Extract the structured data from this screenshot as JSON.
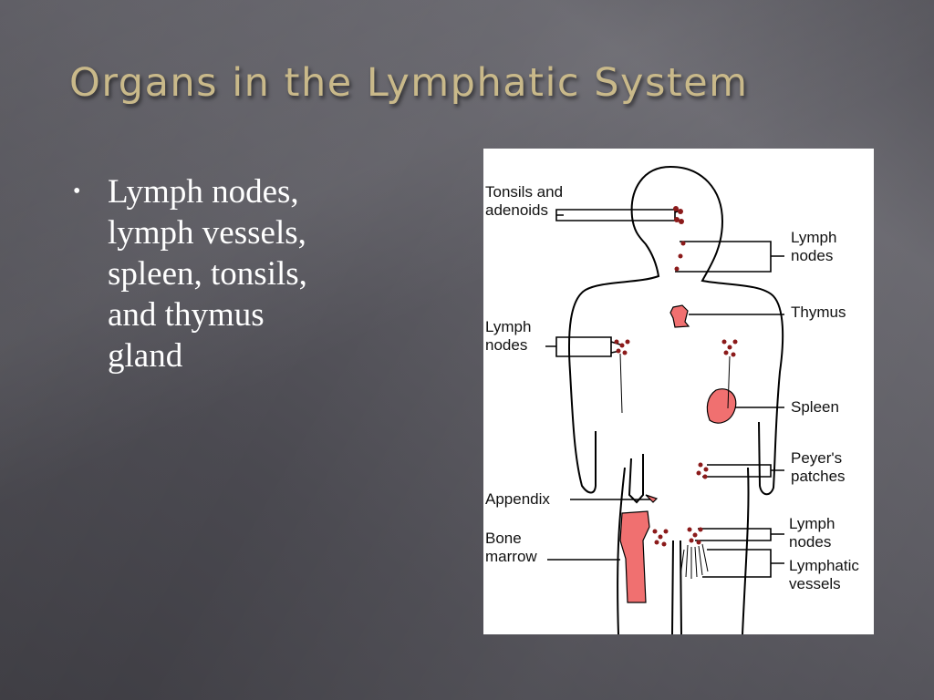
{
  "slide": {
    "title": "Organs in the Lymphatic System",
    "bullets": [
      {
        "line1": "Lymph nodes,",
        "line2": "lymph vessels,",
        "line3": "spleen, tonsils,",
        "line4": "and thymus",
        "line5": "gland"
      }
    ]
  },
  "diagram": {
    "labels": {
      "tonsils_1": "Tonsils and",
      "tonsils_2": "adenoids",
      "neck_nodes_1": "Lymph",
      "neck_nodes_2": "nodes",
      "thymus": "Thymus",
      "arm_nodes_1": "Lymph",
      "arm_nodes_2": "nodes",
      "spleen": "Spleen",
      "peyers_1": "Peyer's",
      "peyers_2": "patches",
      "appendix": "Appendix",
      "bone_1": "Bone",
      "bone_2": "marrow",
      "groin_nodes_1": "Lymph",
      "groin_nodes_2": "nodes",
      "vessels_1": "Lymphatic",
      "vessels_2": "vessels"
    },
    "colors": {
      "organ": "#f07070",
      "node": "#8b1a1a",
      "outline": "#000000"
    }
  }
}
